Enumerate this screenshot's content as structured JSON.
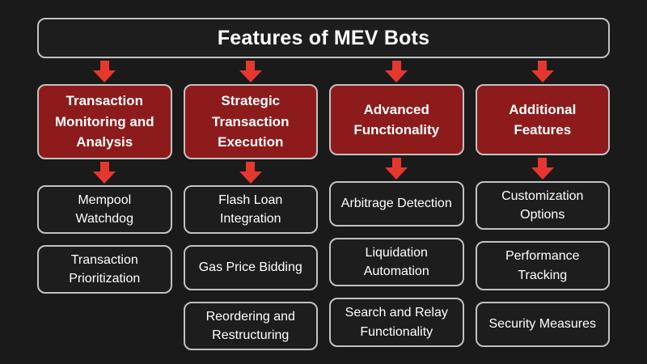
{
  "title": "Features of MEV Bots",
  "colors": {
    "background": "#1a1a1a",
    "box_background": "#1d1d1d",
    "category_fill": "#8e1b1b",
    "arrow_red": "#e5372e",
    "border_gray": "#c2c2c2",
    "text": "#ffffff"
  },
  "columns": [
    {
      "header": "Transaction Monitoring and Analysis",
      "items": [
        "Mempool Watchdog",
        "Transaction Prioritization"
      ]
    },
    {
      "header": "Strategic Transaction Execution",
      "items": [
        "Flash Loan Integration",
        "Gas Price Bidding",
        "Reordering and Restructuring"
      ]
    },
    {
      "header": "Advanced Functionality",
      "items": [
        "Arbitrage Detection",
        "Liquidation Automation",
        "Search and Relay Functionality"
      ]
    },
    {
      "header": "Additional Features",
      "items": [
        "Customization Options",
        "Performance Tracking",
        "Security Measures"
      ]
    }
  ]
}
